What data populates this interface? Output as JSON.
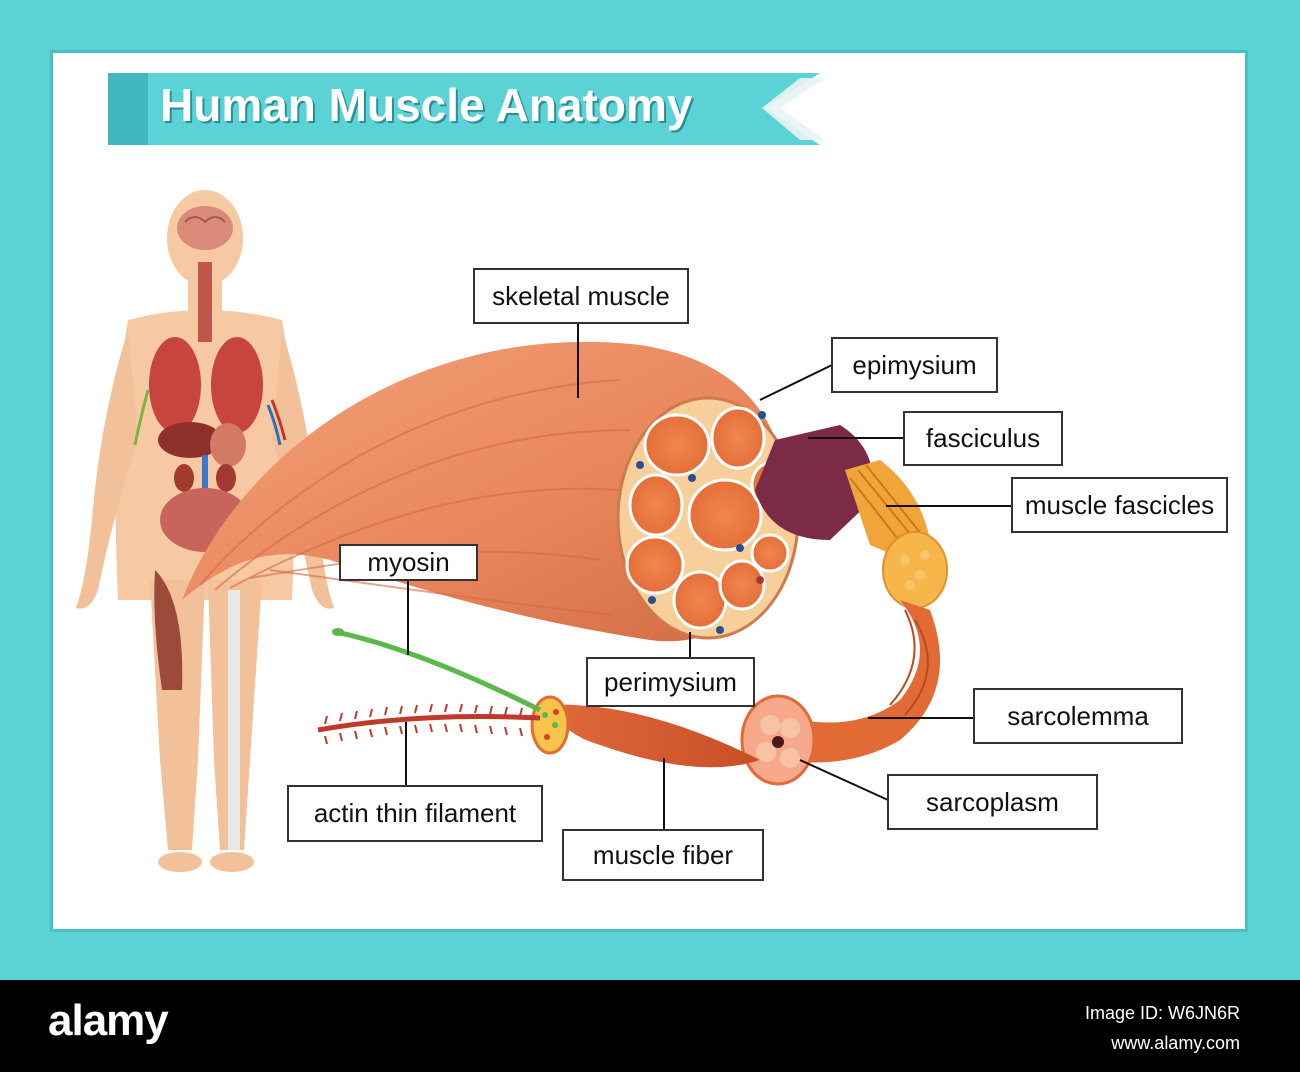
{
  "title": "Human Muscle Anatomy",
  "labels": {
    "skeletal_muscle": "skeletal muscle",
    "epimysium": "epimysium",
    "fasciculus": "fasciculus",
    "muscle_fascicles": "muscle fascicles",
    "myosin": "myosin",
    "perimysium": "perimysium",
    "sarcolemma": "sarcolemma",
    "sarcoplasm": "sarcoplasm",
    "actin_thin_filament": "actin thin filament",
    "muscle_fiber": "muscle fiber"
  },
  "footer": {
    "brand": "alamy",
    "image_id": "Image ID: W6JN6R",
    "url": "www.alamy.com"
  },
  "colors": {
    "frame": "#5bd3d6",
    "banner": "#5bd3d6",
    "muscle": "#e8845a",
    "muscle_dark": "#c9603b",
    "fasciculus": "#7b2b45",
    "fascicles": "#f0a43a",
    "skin": "#f6c9a3",
    "myosin": "#5cb84a",
    "actin": "#c0392b"
  }
}
